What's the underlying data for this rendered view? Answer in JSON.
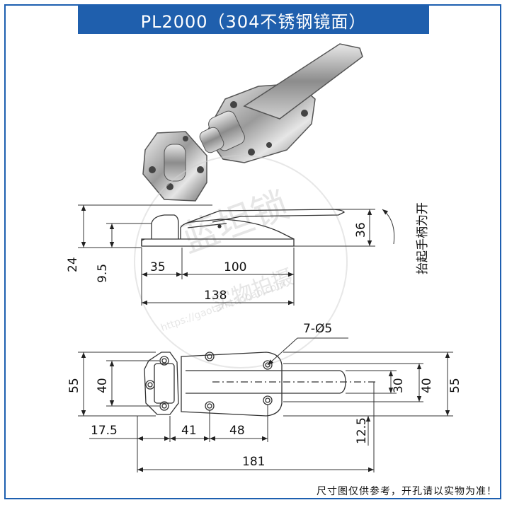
{
  "title": "PL2000（304不锈钢镜面）",
  "side_view": {
    "dims": {
      "d24": "24",
      "d9_5": "9.5",
      "d35": "35",
      "d100": "100",
      "d138": "138",
      "d36": "36"
    },
    "rotation_note": "抬起手柄为开"
  },
  "top_view": {
    "hole_callout": "7-Ø5",
    "dims": {
      "left55": "55",
      "left40": "40",
      "right30": "30",
      "right40": "40",
      "right55": "55",
      "d17_5": "17.5",
      "d41": "41",
      "d48": "48",
      "d12_5": "12.5",
      "d181": "181"
    }
  },
  "footnote": "尺寸图仅供参考，开孔请以实物为准！",
  "watermark": {
    "main": "蓝坦锁",
    "photo": "实物拍摄",
    "url": "https://gaotan.taobao.com"
  },
  "colors": {
    "title_bg": "#1f5fad",
    "frame": "#1d5fb0",
    "line": "#333333"
  }
}
